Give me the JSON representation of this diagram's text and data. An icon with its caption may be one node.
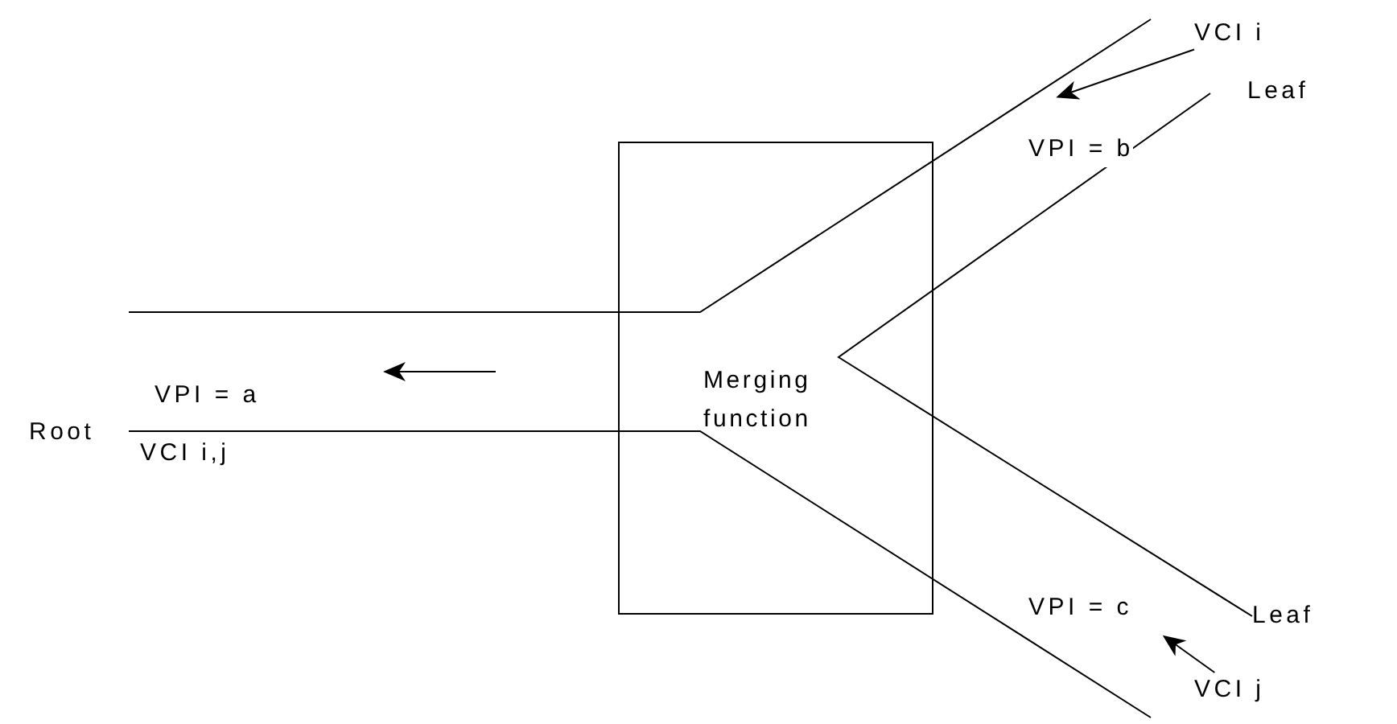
{
  "diagram": {
    "nodes": [
      {
        "text": [
          "Merging function"
        ]
      },
      {
        "text": [
          "Root"
        ]
      },
      {
        "text": [
          "Leaf"
        ]
      },
      {
        "text": [
          "Leaf"
        ]
      },
      {
        "text": [
          "VCI i"
        ]
      },
      {
        "text": [
          "VCI j"
        ]
      }
    ],
    "edges": [
      {
        "from": 4,
        "to": null,
        "arrow": "to"
      },
      {
        "from": 5,
        "to": null,
        "arrow": "to"
      }
    ],
    "labels": [
      "VPI = a",
      "VCI i,j",
      "VPI = b",
      "VPI = c"
    ]
  }
}
